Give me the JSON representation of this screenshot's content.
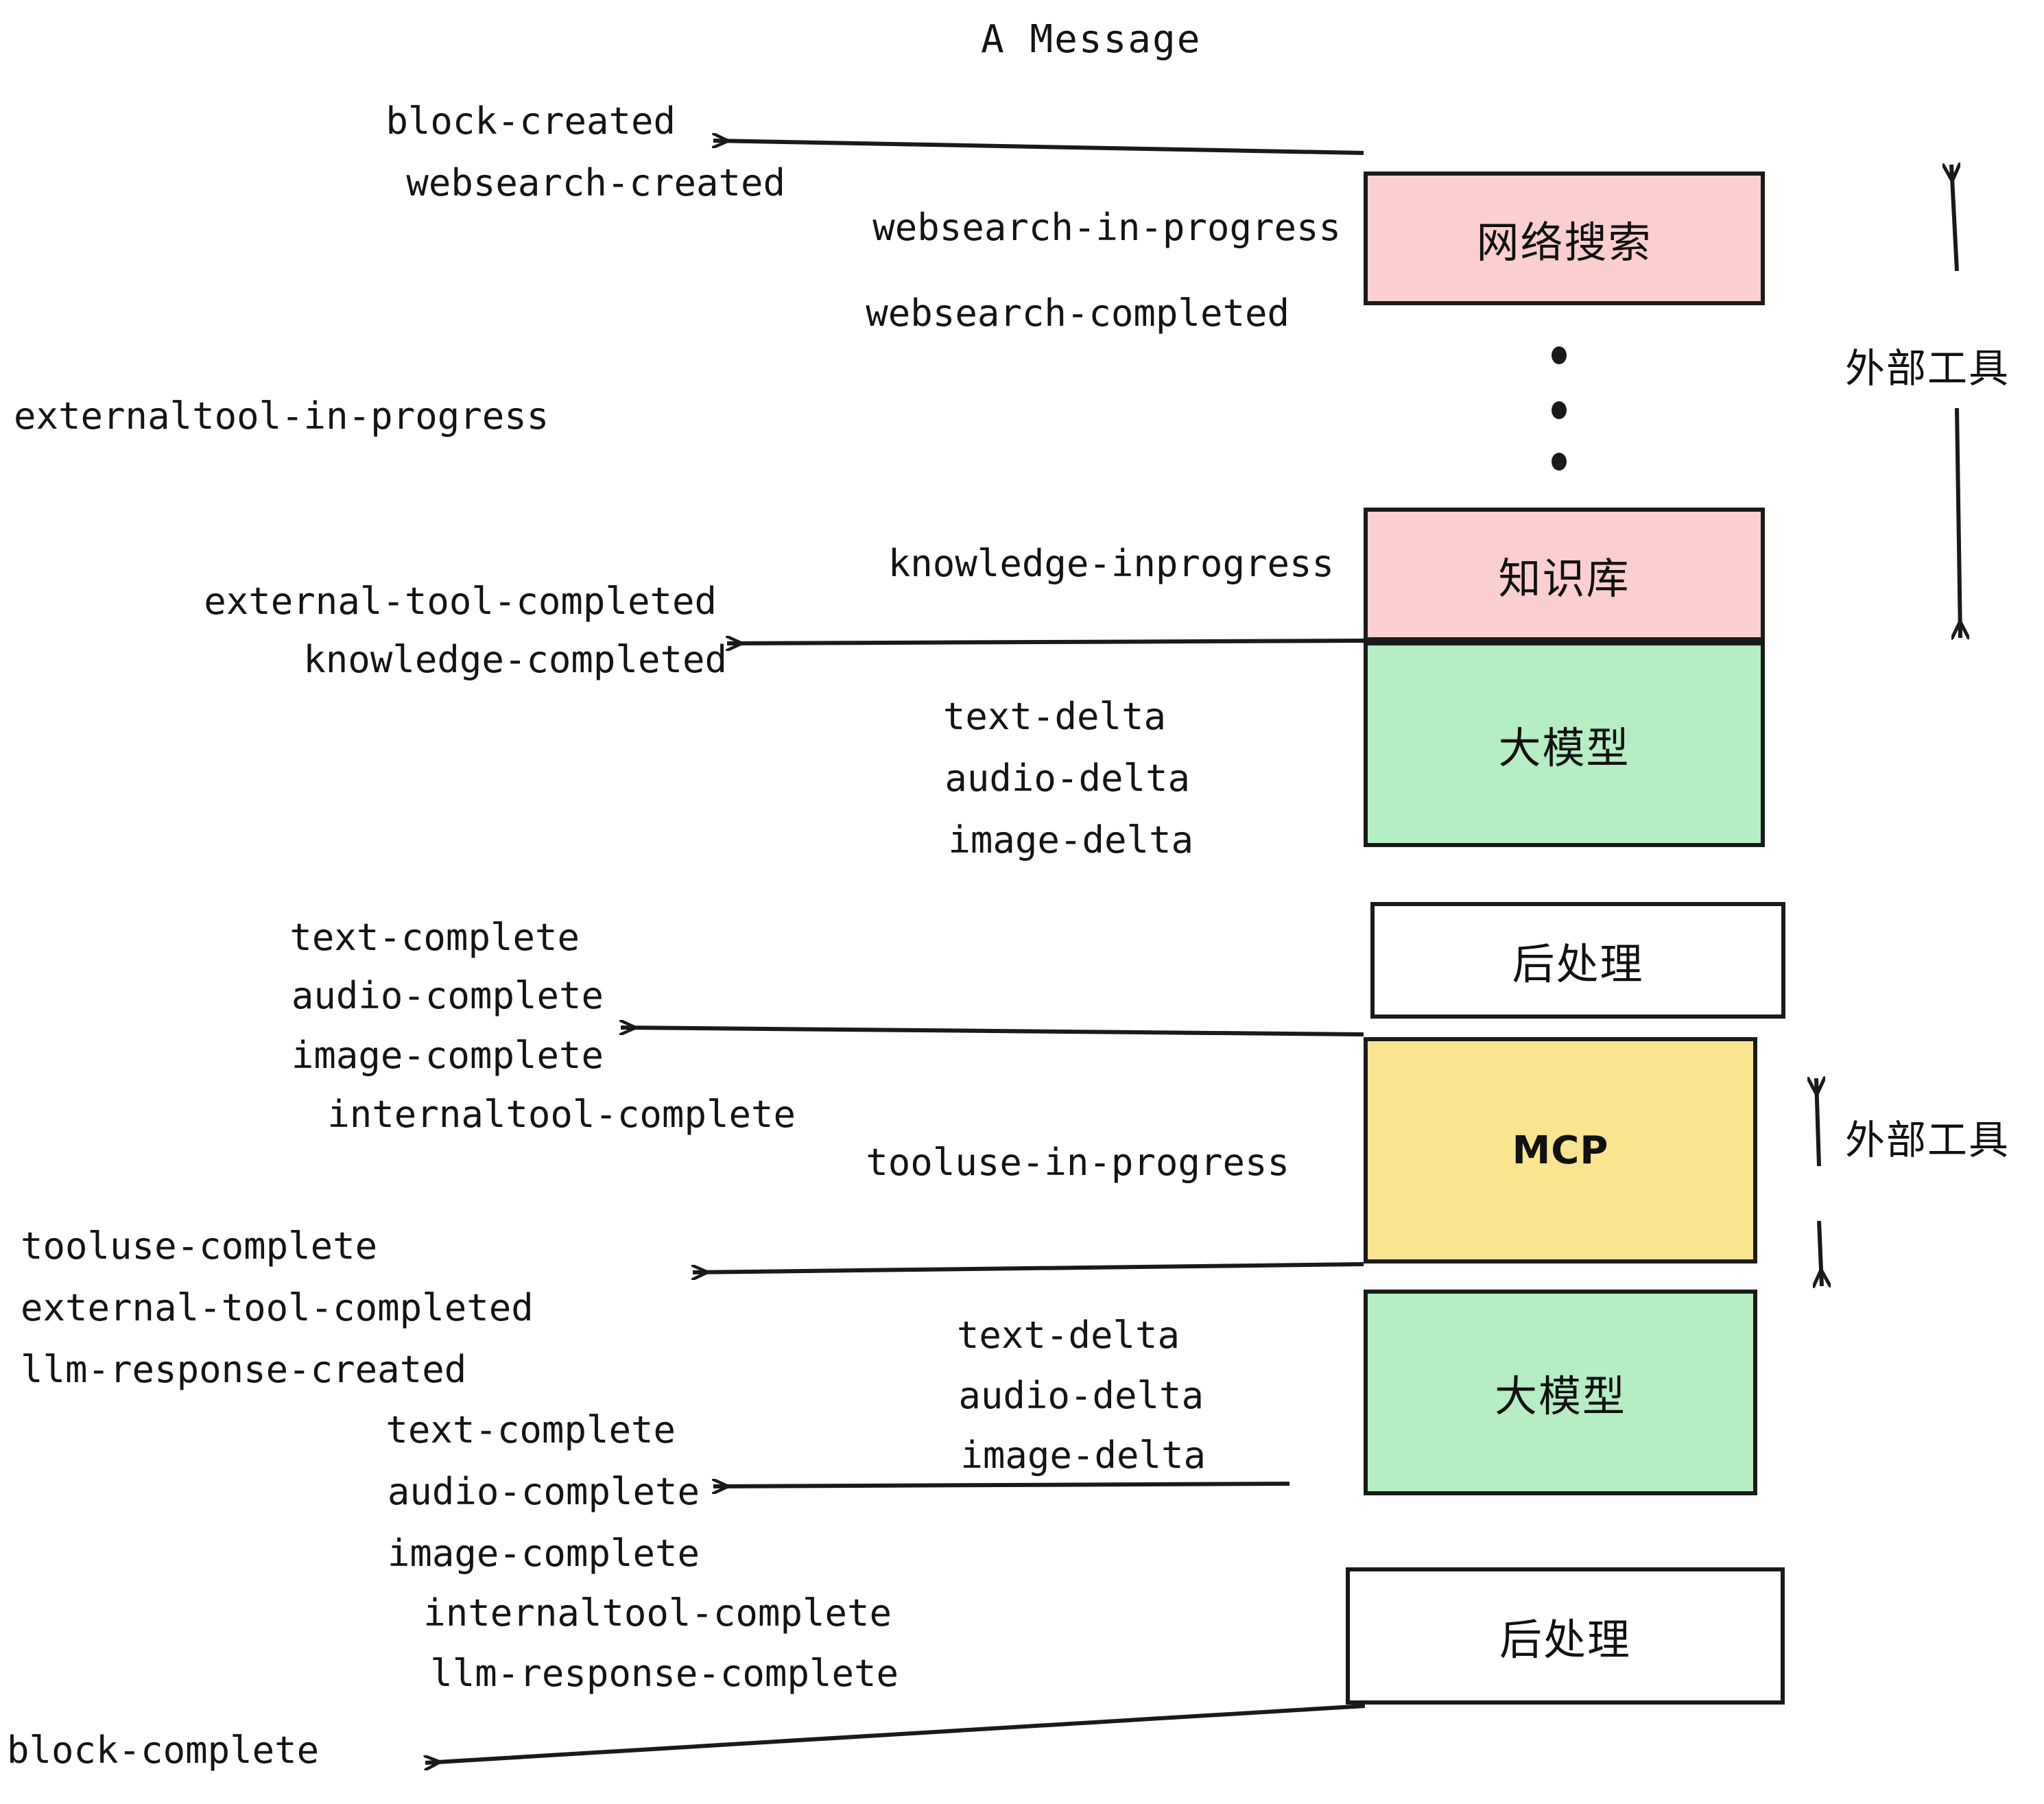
{
  "title": "A Message",
  "events": {
    "block_created": "block-created",
    "websearch_created": "websearch-created",
    "websearch_in_progress": "websearch-in-progress",
    "websearch_completed": "websearch-completed",
    "externaltool_in_progress": "externaltool-in-progress",
    "knowledge_inprogress": "knowledge-inprogress",
    "external_tool_completed_1": "external-tool-completed",
    "knowledge_completed": "knowledge-completed",
    "text_delta_1": "text-delta",
    "audio_delta_1": "audio-delta",
    "image_delta_1": "image-delta",
    "text_complete_1": "text-complete",
    "audio_complete_1": "audio-complete",
    "image_complete_1": "image-complete",
    "internaltool_complete_1": "internaltool-complete",
    "tooluse_in_progress": "tooluse-in-progress",
    "tooluse_complete": "tooluse-complete",
    "external_tool_completed_2": "external-tool-completed",
    "llm_response_created": "llm-response-created",
    "text_delta_2": "text-delta",
    "audio_delta_2": "audio-delta",
    "image_delta_2": "image-delta",
    "text_complete_2": "text-complete",
    "audio_complete_2": "audio-complete",
    "image_complete_2": "image-complete",
    "internaltool_complete_2": "internaltool-complete",
    "llm_response_complete": "llm-response-complete",
    "block_complete": "block-complete"
  },
  "nodes": {
    "websearch": "网络搜索",
    "knowledge": "知识库",
    "llm_1": "大模型",
    "postprocess_1": "后处理",
    "mcp": "MCP",
    "llm_2": "大模型",
    "postprocess_2": "后处理"
  },
  "side_labels": {
    "external_tools_top": "外部工具",
    "external_tools_bottom": "外部工具"
  },
  "colors": {
    "pink_fill": "#fbcfcf",
    "green_fill": "#b4eec2",
    "yellow_fill": "#fae48f",
    "white_fill": "#ffffff",
    "stroke": "#1a1a1a",
    "text": "#141414"
  }
}
